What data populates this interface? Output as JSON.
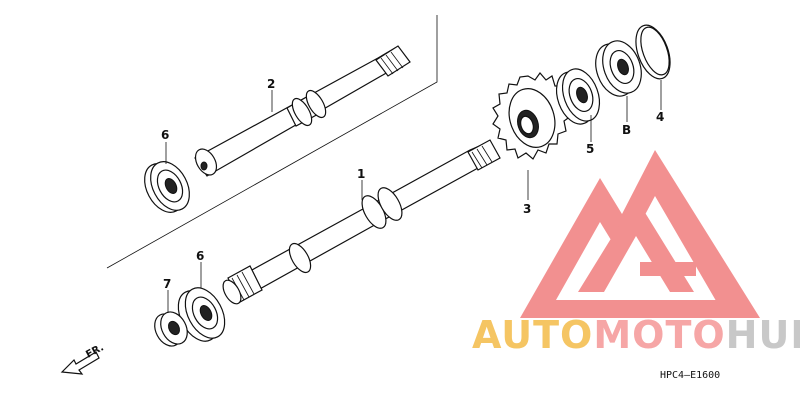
{
  "diagram": {
    "callouts": {
      "c1": "1",
      "c2": "2",
      "c3": "3",
      "c4": "4",
      "c5": "5",
      "cB": "B",
      "c6a": "6",
      "c6b": "6",
      "c7": "7"
    },
    "direction_label": "FR.",
    "drawing_code": "HPC4—E1600"
  },
  "watermark": {
    "word_auto": "AUTO",
    "word_moto": "MOTO",
    "word_hub": "HUB",
    "colors": {
      "logo": "#F28B8B",
      "auto": "#F5C563",
      "moto": "#F6A6A6",
      "hub": "#C8C8C8"
    }
  }
}
